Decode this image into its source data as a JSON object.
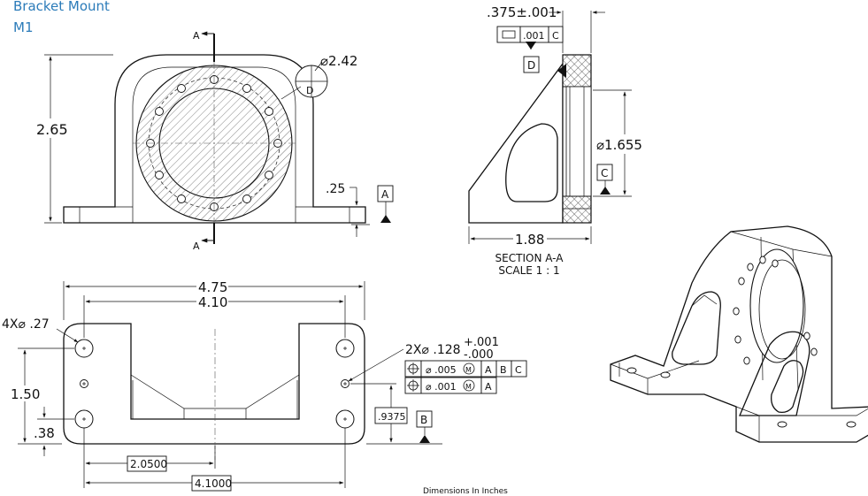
{
  "title": {
    "line1": "Bracket Mount",
    "line2": "M1",
    "color": "#2b7bb9"
  },
  "front_view": {
    "section_marker": "A",
    "height_dim": "2.65",
    "diameter_note": "⌀2.42",
    "detail_label": "D",
    "foot_dim": ".25",
    "datum": "A"
  },
  "section_view": {
    "width_dim": ".375±.001",
    "flatness_value": ".001",
    "flatness_datum": "C",
    "datum_d": "D",
    "bore_dim": "⌀1.655",
    "datum_c": "C",
    "depth_dim": "1.88",
    "caption_line1": "SECTION A-A",
    "caption_line2": "SCALE 1 : 1"
  },
  "top_view": {
    "overall_width": "4.75",
    "hole_spacing": "4.10",
    "mount_holes": "4X⌀ .27",
    "height_150": "1.50",
    "height_038": ".38",
    "pin_holes": "2X⌀ .128",
    "tol_plus": "+.001",
    "tol_minus": "-.000",
    "fcf1": {
      "value": "⌀ .005",
      "modifier": "M",
      "datums": [
        "A",
        "B",
        "C"
      ]
    },
    "fcf2": {
      "value": "⌀ .001",
      "modifier": "M",
      "datums": [
        "A"
      ]
    },
    "pin_height": ".9375",
    "datum_b": "B",
    "basic_half": "2.0500",
    "basic_full": "4.1000"
  },
  "footer": {
    "units_note": "Dimensions In Inches"
  }
}
